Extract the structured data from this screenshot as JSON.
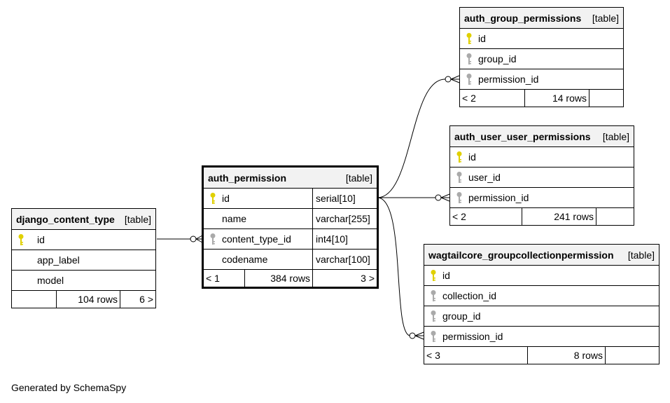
{
  "footer": "Generated by SchemaSpy",
  "colors": {
    "pk_key": "#e0d000",
    "fk_key": "#aaaaaa",
    "header_bg": "#f2f2f2"
  },
  "tables": {
    "auth_group_permissions": {
      "name": "auth_group_permissions",
      "kind": "[table]",
      "columns": [
        {
          "name": "id",
          "key": "pk"
        },
        {
          "name": "group_id",
          "key": "fk"
        },
        {
          "name": "permission_id",
          "key": "fk"
        }
      ],
      "footer": {
        "parents": "< 2",
        "rows": "14 rows",
        "children": ""
      }
    },
    "auth_user_user_permissions": {
      "name": "auth_user_user_permissions",
      "kind": "[table]",
      "columns": [
        {
          "name": "id",
          "key": "pk"
        },
        {
          "name": "user_id",
          "key": "fk"
        },
        {
          "name": "permission_id",
          "key": "fk"
        }
      ],
      "footer": {
        "parents": "< 2",
        "rows": "241 rows",
        "children": ""
      }
    },
    "auth_permission": {
      "name": "auth_permission",
      "kind": "[table]",
      "columns": [
        {
          "name": "id",
          "type": "serial[10]",
          "key": "pk"
        },
        {
          "name": "name",
          "type": "varchar[255]",
          "key": ""
        },
        {
          "name": "content_type_id",
          "type": "int4[10]",
          "key": "fk"
        },
        {
          "name": "codename",
          "type": "varchar[100]",
          "key": ""
        }
      ],
      "footer": {
        "parents": "< 1",
        "rows": "384 rows",
        "children": "3 >"
      }
    },
    "django_content_type": {
      "name": "django_content_type",
      "kind": "[table]",
      "columns": [
        {
          "name": "id",
          "key": "pk"
        },
        {
          "name": "app_label",
          "key": ""
        },
        {
          "name": "model",
          "key": ""
        }
      ],
      "footer": {
        "parents": "",
        "rows": "104 rows",
        "children": "6 >"
      }
    },
    "wagtailcore_groupcollectionpermission": {
      "name": "wagtailcore_groupcollectionpermission",
      "kind": "[table]",
      "columns": [
        {
          "name": "id",
          "key": "pk"
        },
        {
          "name": "collection_id",
          "key": "fk"
        },
        {
          "name": "group_id",
          "key": "fk"
        },
        {
          "name": "permission_id",
          "key": "fk"
        }
      ],
      "footer": {
        "parents": "< 3",
        "rows": "8 rows",
        "children": ""
      }
    }
  }
}
